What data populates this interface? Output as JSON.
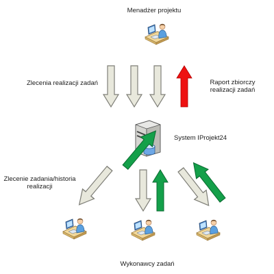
{
  "labels": {
    "manager": "Menadżer projektu",
    "task_orders": "Zlecenia realizacji zadań",
    "summary_report": "Raport zbiorczy realizacji zadań",
    "system": "System IProjekt24",
    "task_history": "Zlecenie zadania/historia realizacji",
    "executors": "Wykonawcy zadań"
  },
  "colors": {
    "down_arrow_fill": "#e8e8dc",
    "down_arrow_stroke": "#7f7f78",
    "report_arrow": "#ee1111",
    "return_arrow": "#14a04a",
    "return_arrow_stroke": "#0a6a30"
  },
  "icons": {
    "manager": "person-at-desk-icon",
    "server": "server-with-database-icon",
    "executor": "person-at-desk-icon"
  }
}
